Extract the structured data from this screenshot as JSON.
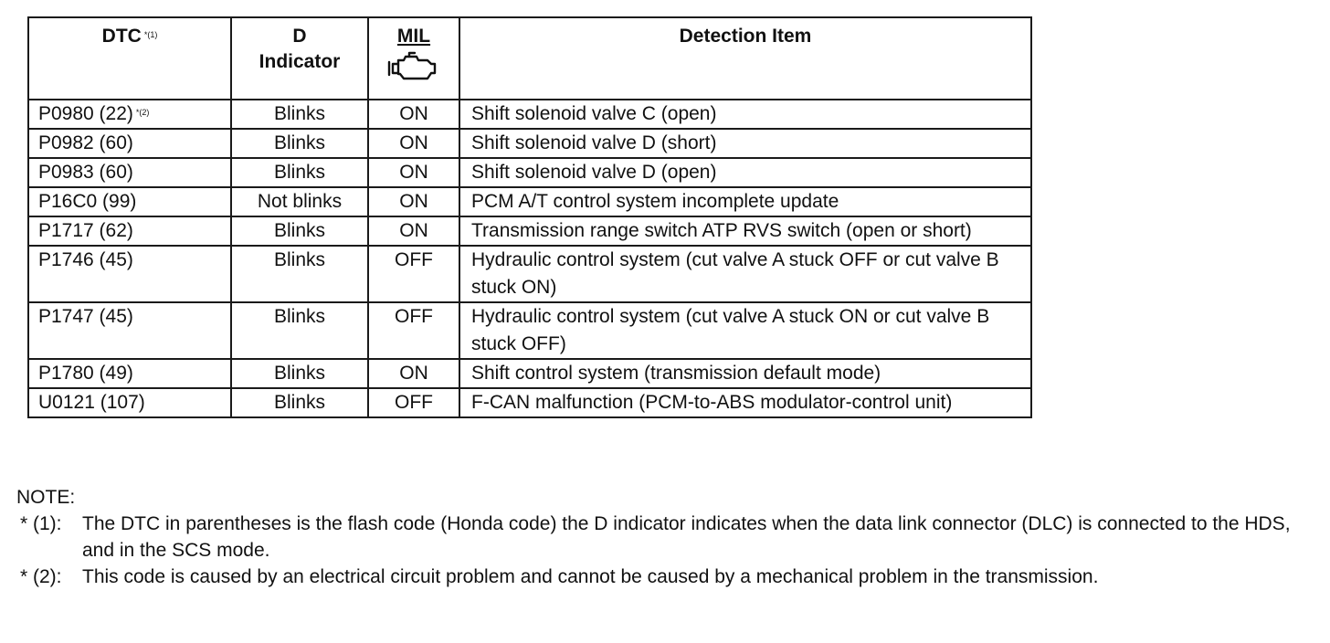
{
  "table": {
    "headers": {
      "dtc": "DTC",
      "dtc_ref": "*(1)",
      "d_indicator_line1": "D",
      "d_indicator_line2": "Indicator",
      "mil": "MIL",
      "detection_item": "Detection Item"
    },
    "rows": [
      {
        "dtc": "P0980 (22)",
        "ref": "*(2)",
        "d_indicator": "Blinks",
        "mil": "ON",
        "detection_item": "Shift solenoid valve C (open)"
      },
      {
        "dtc": "P0982 (60)",
        "ref": "",
        "d_indicator": "Blinks",
        "mil": "ON",
        "detection_item": "Shift solenoid valve D (short)"
      },
      {
        "dtc": "P0983 (60)",
        "ref": "",
        "d_indicator": "Blinks",
        "mil": "ON",
        "detection_item": "Shift solenoid valve D (open)"
      },
      {
        "dtc": "P16C0 (99)",
        "ref": "",
        "d_indicator": "Not blinks",
        "mil": "ON",
        "detection_item": "PCM A/T control system incomplete update"
      },
      {
        "dtc": "P1717 (62)",
        "ref": "",
        "d_indicator": "Blinks",
        "mil": "ON",
        "detection_item": "Transmission range switch ATP RVS switch (open or short)"
      },
      {
        "dtc": "P1746 (45)",
        "ref": "",
        "d_indicator": "Blinks",
        "mil": "OFF",
        "detection_item": "Hydraulic control system (cut valve A stuck OFF or cut valve B stuck ON)"
      },
      {
        "dtc": "P1747 (45)",
        "ref": "",
        "d_indicator": "Blinks",
        "mil": "OFF",
        "detection_item": "Hydraulic control system (cut valve A stuck ON or cut valve B stuck OFF)"
      },
      {
        "dtc": "P1780 (49)",
        "ref": "",
        "d_indicator": "Blinks",
        "mil": "ON",
        "detection_item": "Shift control system (transmission default mode)"
      },
      {
        "dtc": "U0121 (107)",
        "ref": "",
        "d_indicator": "Blinks",
        "mil": "OFF",
        "detection_item": "F-CAN malfunction (PCM-to-ABS modulator-control unit)"
      }
    ],
    "mil_icon": "check-engine-icon"
  },
  "notes": {
    "title": "NOTE:",
    "items": [
      {
        "marker": "* (1):",
        "text": "The DTC in parentheses is the flash code (Honda code) the D indicator indicates when the data link connector (DLC) is connected to the HDS, and in the SCS mode."
      },
      {
        "marker": "* (2):",
        "text": "This code is caused by an electrical circuit problem and cannot be caused by a mechanical problem in the transmission."
      }
    ]
  }
}
